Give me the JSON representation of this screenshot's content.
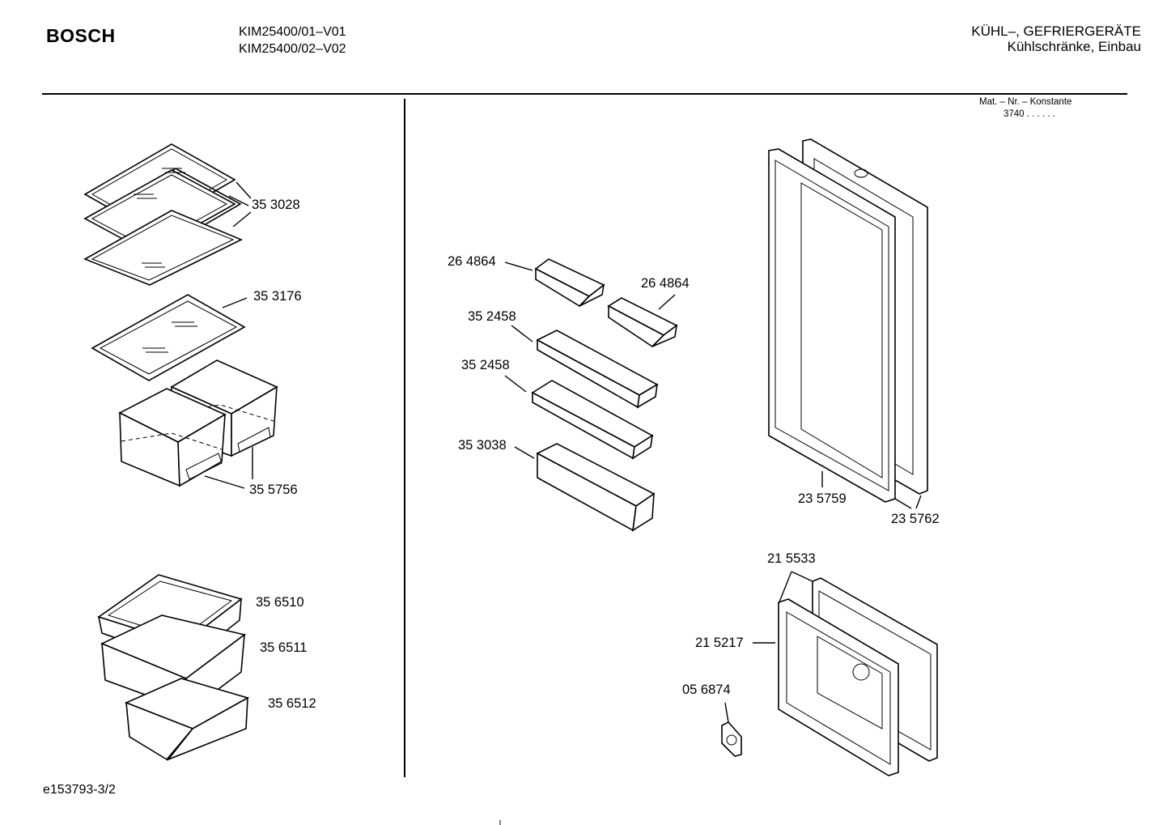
{
  "header": {
    "brand": "BOSCH",
    "models": [
      "KIM25400/01–V01",
      "KIM25400/02–V02"
    ],
    "category": "KÜHL–, GEFRIERGERÄTE",
    "subcategory": "Kühlschränke, Einbau"
  },
  "material": {
    "label": "Mat. – Nr. – Konstante",
    "value": "3740  .  .   .  .  .  ."
  },
  "parts": {
    "p353028": "35 3028",
    "p353176": "35 3176",
    "p355756": "35 5756",
    "p356510": "35 6510",
    "p356511": "35 6511",
    "p356512": "35 6512",
    "p264864a": "26 4864",
    "p264864b": "26 4864",
    "p352458a": "35 2458",
    "p352458b": "35 2458",
    "p353038": "35 3038",
    "p235759": "23 5759",
    "p235762": "23 5762",
    "p215533": "21 5533",
    "p215217": "21 5217",
    "p056874": "05 6874"
  },
  "footer": {
    "doc_id": "e153793-3/2"
  }
}
